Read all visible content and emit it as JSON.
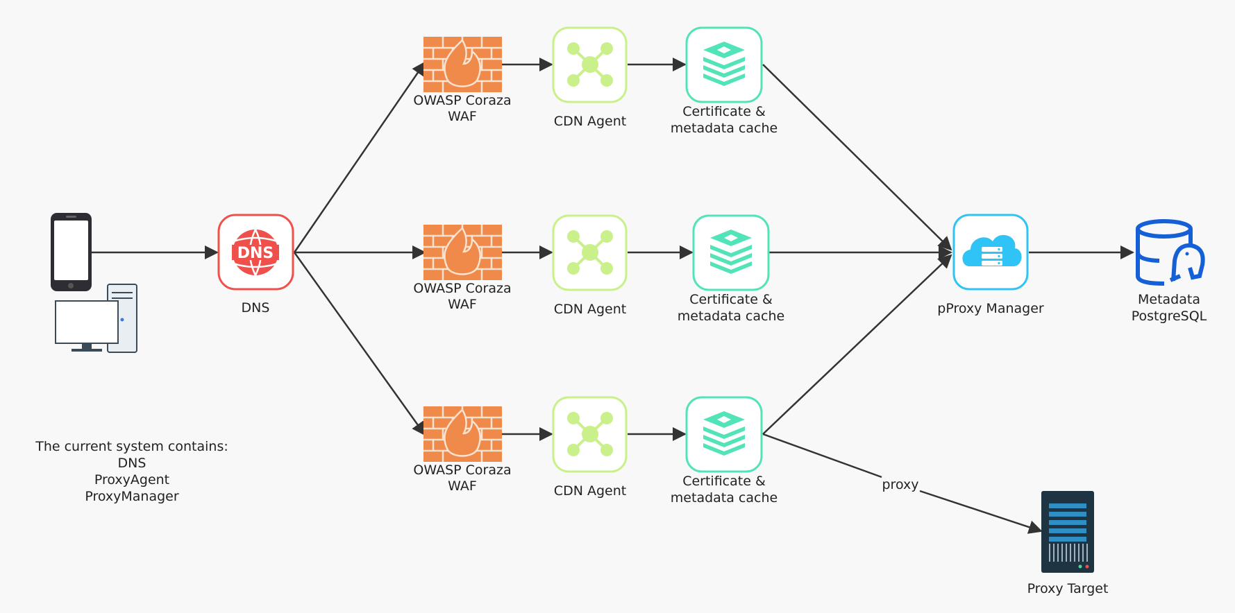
{
  "colors": {
    "background": "#f8f8f8",
    "edge": "#333333",
    "dns": "#f0504b",
    "waf": "#f08a4b",
    "cdn_agent": "#c9f08a",
    "cache": "#52e3b8",
    "proxy_manager": "#2fc4f5",
    "postgres": "#1560d6",
    "server": "#1f3442"
  },
  "nodes": {
    "client": {
      "icon": "phone-and-desktop-icon"
    },
    "dns": {
      "label": "DNS",
      "icon": "dns-globe-icon"
    },
    "waf": {
      "label_line1": "OWASP Coraza",
      "label_line2": "WAF",
      "icon": "firewall-icon"
    },
    "cdn_agent": {
      "label": "CDN Agent",
      "icon": "network-hub-icon"
    },
    "cache": {
      "label_line1": "Certificate &",
      "label_line2": "metadata cache",
      "icon": "redis-stack-icon"
    },
    "proxy_manager": {
      "label": "pProxy Manager",
      "icon": "cloud-server-icon"
    },
    "postgres": {
      "label_line1": "Metadata",
      "label_line2": "PostgreSQL",
      "icon": "postgresql-database-icon"
    },
    "proxy_target": {
      "label": "Proxy Target",
      "icon": "server-rack-icon"
    }
  },
  "edges": {
    "proxy_label": "proxy"
  },
  "note": {
    "heading": "The current system contains:",
    "items": [
      "DNS",
      "ProxyAgent",
      "ProxyManager"
    ]
  }
}
